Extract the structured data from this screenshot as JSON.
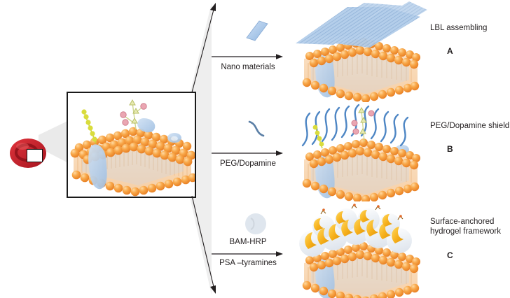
{
  "figure": {
    "type": "scientific-schematic",
    "topic": "Cell membrane surface engineering strategies",
    "background": "#ffffff"
  },
  "source_cell": {
    "name": "red-blood-cell",
    "color": "#c0202a",
    "callout_label": "membrane zoom region"
  },
  "membrane": {
    "lipid_head_color": "#f2963c",
    "lipid_tail_color": "#f7d9b5",
    "protein_color": "#aec9e8",
    "glycan_pink": "#e8a0ac",
    "glycan_green": "#d9de8a",
    "glycan_yellow": "#d7d830"
  },
  "reagent_icons": [
    {
      "id": "nano-material-icon",
      "shape": "slab",
      "color": "#8fb4dd"
    },
    {
      "id": "peg-dopamine-icon",
      "shape": "s-curve",
      "color": "#5b7fa6"
    },
    {
      "id": "bam-hrp-icon",
      "shape": "enzyme-disc",
      "color": "#f0b429"
    }
  ],
  "routes": [
    {
      "id": "route-a",
      "arrow_label_top": "",
      "arrow_label": "Nano materials",
      "result_label": "LBL assembling",
      "panel_letter": "A",
      "coating": "stacked nano-sheets",
      "coating_color": "#a8c8e8"
    },
    {
      "id": "route-b",
      "arrow_label_top": "",
      "arrow_label": "PEG/Dopamine",
      "result_label": "PEG/Dopamine shield",
      "panel_letter": "B",
      "coating": "wavy polymer brush",
      "coating_color": "#4a7fbf"
    },
    {
      "id": "route-c",
      "arrow_label_top": "BAM-HRP",
      "arrow_label": "PSA –tyramines",
      "result_label_line1": "Surface-anchored",
      "result_label_line2": "hydrogel framework",
      "panel_letter": "C",
      "coating": "hydrogel crescent framework",
      "coating_color": "#f5b01f"
    }
  ]
}
